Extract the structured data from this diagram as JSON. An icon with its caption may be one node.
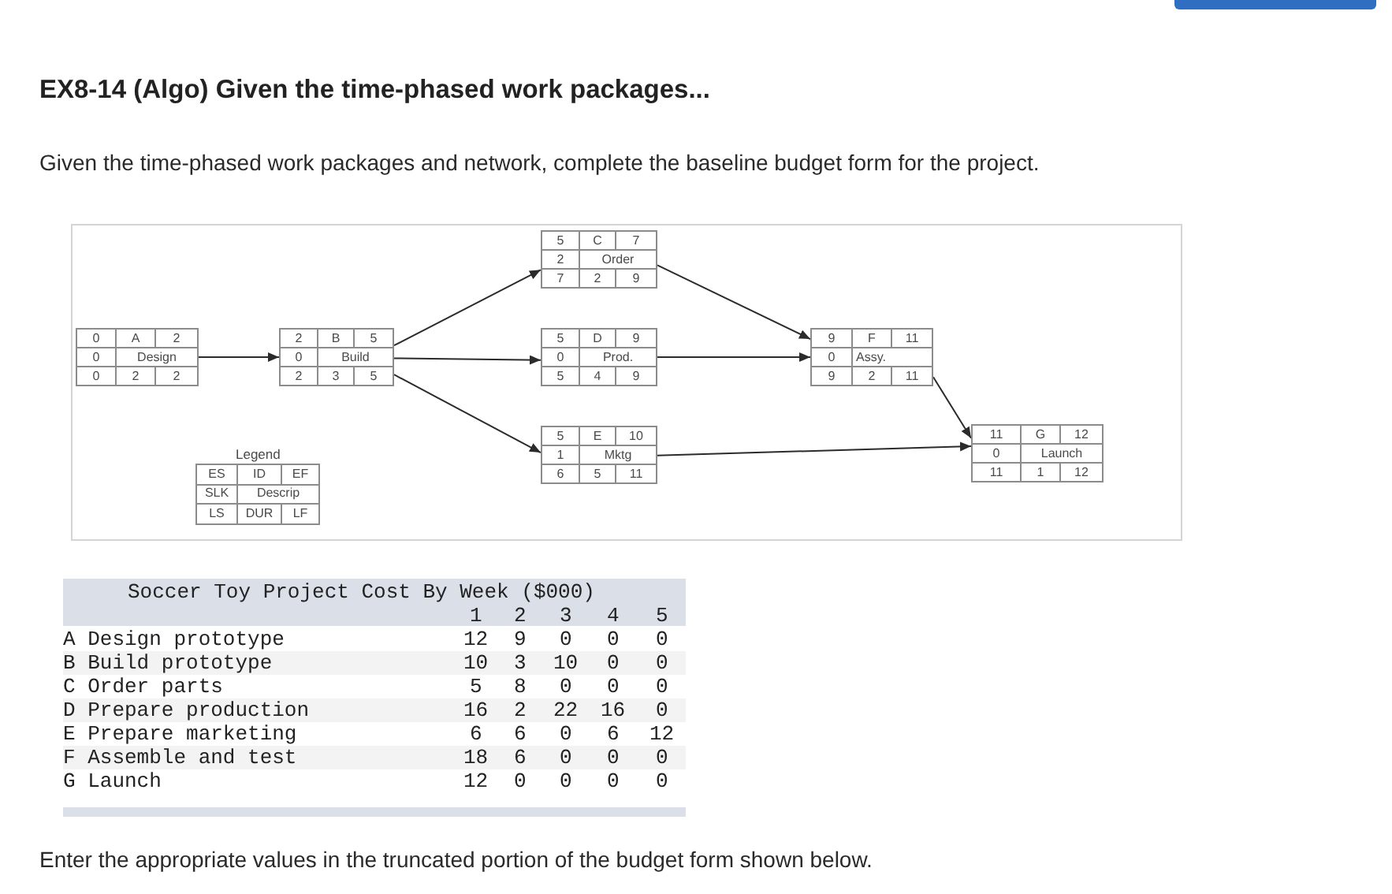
{
  "diagram": {
    "title": "EX8-14 (Algo) Given the time-phased work packages...",
    "nodes": [
      {
        "text": [
          "0",
          "A",
          "2",
          "0",
          "Design",
          "0",
          "2",
          "2"
        ]
      },
      {
        "text": [
          "2",
          "B",
          "5",
          "0",
          "Build",
          "2",
          "3",
          "5"
        ]
      },
      {
        "text": [
          "5",
          "C",
          "7",
          "2",
          "Order",
          "7",
          "2",
          "9"
        ]
      },
      {
        "text": [
          "5",
          "D",
          "9",
          "0",
          "Prod.",
          "5",
          "4",
          "9"
        ]
      },
      {
        "text": [
          "5",
          "E",
          "10",
          "1",
          "Mktg",
          "6",
          "5",
          "11"
        ]
      },
      {
        "text": [
          "9",
          "F",
          "11",
          "0",
          "Assy.",
          "9",
          "2",
          "11"
        ]
      },
      {
        "text": [
          "11",
          "G",
          "12",
          "0",
          "Launch",
          "11",
          "1",
          "12"
        ]
      },
      {
        "text": [
          "Legend",
          "ES",
          "ID",
          "EF",
          "SLK",
          "Descrip",
          "LS",
          "DUR",
          "LF"
        ]
      }
    ],
    "edges": [
      {
        "from": 0,
        "to": 1,
        "arrow": "to"
      },
      {
        "from": 1,
        "to": 2,
        "arrow": "to"
      },
      {
        "from": 1,
        "to": 3,
        "arrow": "to"
      },
      {
        "from": 1,
        "to": 4,
        "arrow": "to"
      },
      {
        "from": 2,
        "to": 5,
        "arrow": "to"
      },
      {
        "from": 3,
        "to": 5,
        "arrow": "to"
      },
      {
        "from": 5,
        "to": 6,
        "arrow": "to"
      },
      {
        "from": 4,
        "to": 6,
        "arrow": "to"
      }
    ],
    "labels": [
      "Given the time-phased work packages and network, complete the baseline budget form for the project.",
      "Soccer Toy Project Cost By Week ($000)",
      "1",
      "2",
      "3",
      "4",
      "5",
      "A Design prototype",
      "12",
      "9",
      "0",
      "0",
      "0",
      "B Build prototype",
      "10",
      "3",
      "10",
      "0",
      "0",
      "C Order parts",
      "5",
      "8",
      "0",
      "0",
      "0",
      "D Prepare production",
      "16",
      "2",
      "22",
      "16",
      "0",
      "E Prepare marketing",
      "6",
      "6",
      "0",
      "6",
      "12",
      "F Assemble and test",
      "18",
      "6",
      "0",
      "0",
      "0",
      "G Launch",
      "12",
      "0",
      "0",
      "0",
      "0",
      "Enter the appropriate values in the truncated portion of the budget form shown below."
    ]
  }
}
